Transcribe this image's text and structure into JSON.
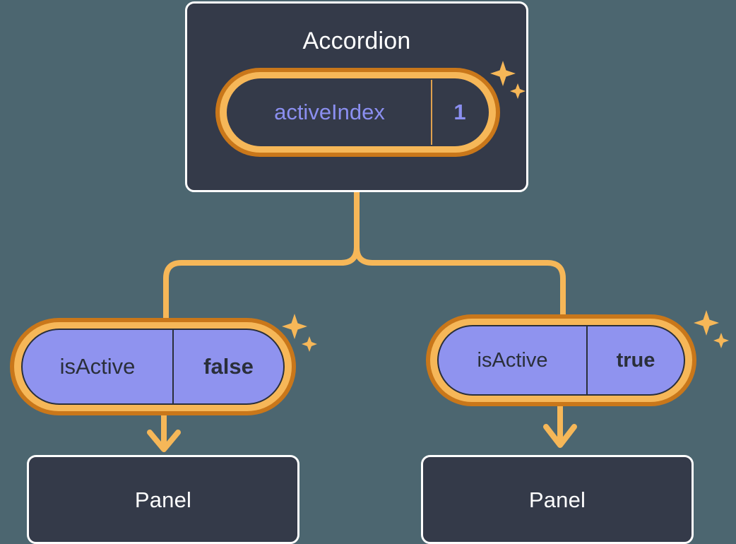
{
  "diagram": {
    "type": "component-state-tree",
    "background_color": "#4c6670",
    "accent_color": "#f6b758",
    "ring_outer_color": "#c9771a",
    "card_fill_color": "#343a49",
    "card_border_color": "#ffffff",
    "prop_pill_fill_color": "#8f93ef",
    "state_text_color": "#8b8ff0",
    "prop_text_color": "#2a2f3a"
  },
  "root": {
    "title": "Accordion",
    "state": {
      "key": "activeIndex",
      "value": "1",
      "style": "state-dark"
    },
    "sparkle": "sparkle-icon"
  },
  "branches": [
    {
      "prop": {
        "key": "isActive",
        "value": "false",
        "style": "prop-purple"
      },
      "sparkle": "sparkle-icon",
      "child": {
        "title": "Panel"
      }
    },
    {
      "prop": {
        "key": "isActive",
        "value": "true",
        "style": "prop-purple"
      },
      "sparkle": "sparkle-icon",
      "child": {
        "title": "Panel"
      }
    }
  ],
  "connectors": {
    "trunk_label": "accordion-to-panels",
    "arrow_labels": [
      "prop-to-panel-left",
      "prop-to-panel-right"
    ]
  }
}
